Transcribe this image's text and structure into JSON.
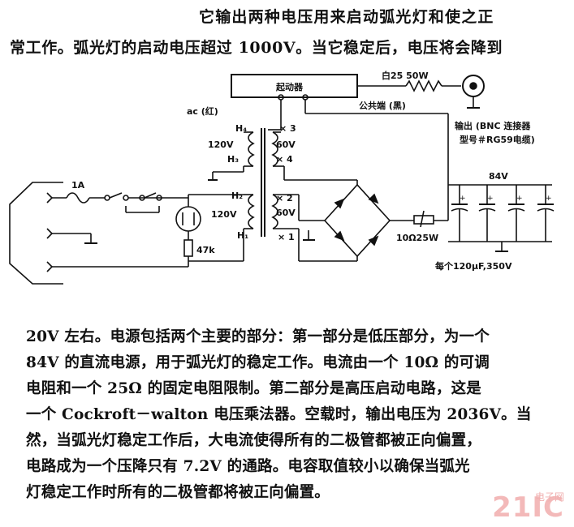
{
  "paragraph_top": {
    "line1": "它输出两种电压用来启动弧光灯和使之正",
    "line2": "常工作。弧光灯的启动电压超过 1000V。当它稳定后，电压将会降到"
  },
  "diagram": {
    "starter_label": "起动器",
    "output_resistor_label": "白25  50W",
    "common_terminal_label": "公共端 (黑)",
    "output_connector_label_1": "输出 (BNC 连接器",
    "output_connector_label_2": "型号＃RG59电缆)",
    "ac_red_label": "ac (红)",
    "fuse_label": "1A",
    "winding_h1": "H₁",
    "winding_h2": "H₂",
    "winding_h3": "H₃",
    "winding_h4": "H₄",
    "primary_voltage_top": "120V",
    "primary_voltage_bottom": "120V",
    "secondary_voltage_top": "60V",
    "secondary_voltage_bottom": "60V",
    "tap_x3": "× 3",
    "tap_x4": "× 4",
    "tap_x2": "× 2",
    "tap_x1": "× 1",
    "resistor_47k_label": "47k",
    "bridge_resistor_label": "10Ω25W",
    "dc_voltage_label": "84V",
    "capacitor_note": "每个120μF,350V"
  },
  "paragraph_bottom": {
    "lines": [
      "20V 左右。电源包括两个主要的部分：第一部分是低压部分，为一个",
      "84V 的直流电源，用于弧光灯的稳定工作。电流由一个 10Ω 的可调",
      "电阻和一个 25Ω 的固定电阻限制。第二部分是高压启动电路，这是",
      "一个 Cockroft－walton 电压乘法器。空载时，输出电压为 2036V。当",
      "然，当弧光灯稳定工作后，大电流使得所有的二极管都被正向偏置，",
      "电路成为一个压降只有 7.2V 的通路。电容取值较小以确保当弧光",
      "灯稳定工作时所有的二极管都将被正向偏置。"
    ]
  },
  "watermark": {
    "brand": "21IC",
    "site": "电子网"
  }
}
